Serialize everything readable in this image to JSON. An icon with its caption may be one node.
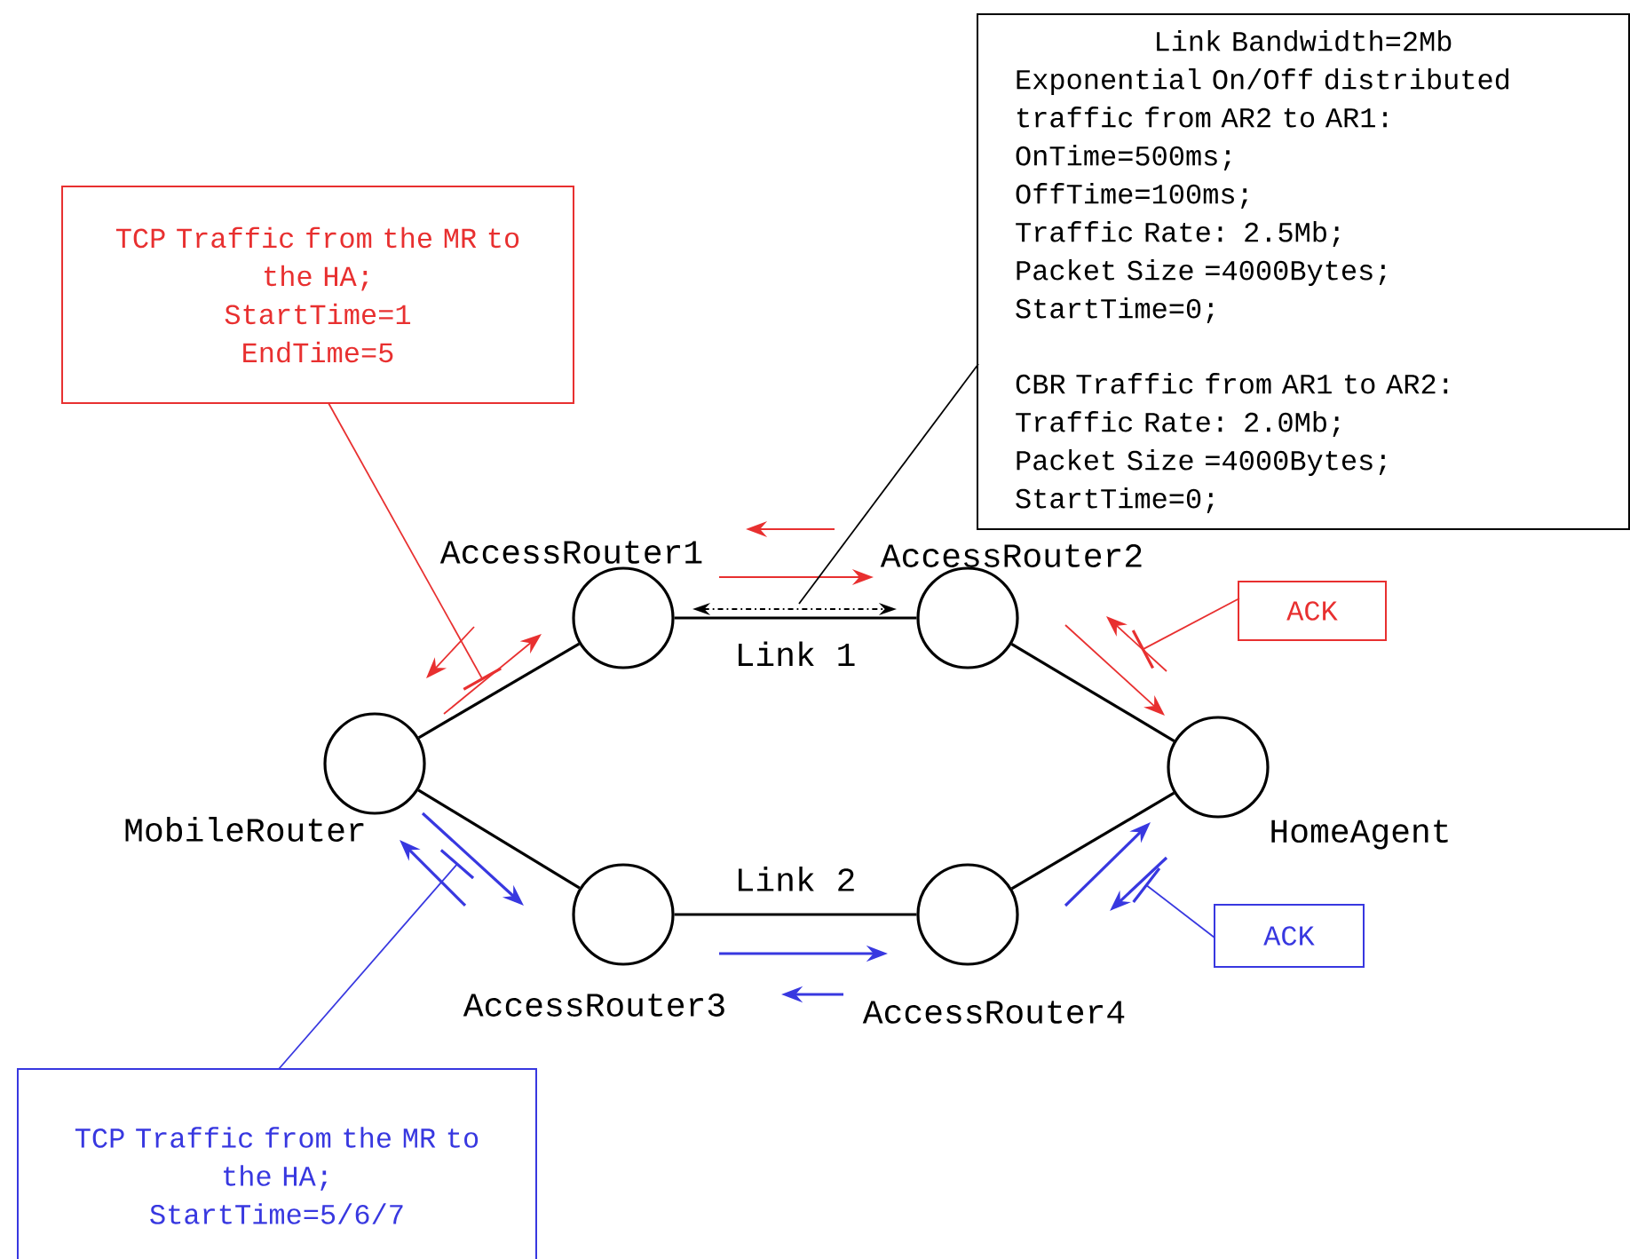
{
  "diagram": {
    "nodes": [
      {
        "text": [],
        "shape": "circle",
        "beside": [
          "MobileRouter"
        ]
      },
      {
        "text": [],
        "shape": "circle",
        "beside": [
          "AccessRouter1"
        ]
      },
      {
        "text": [],
        "shape": "circle",
        "beside": [
          "AccessRouter2"
        ]
      },
      {
        "text": [],
        "shape": "circle",
        "beside": [
          "AccessRouter3"
        ]
      },
      {
        "text": [],
        "shape": "circle",
        "beside": [
          "AccessRouter4"
        ]
      },
      {
        "text": [],
        "shape": "circle",
        "beside": [
          "HomeAgent"
        ]
      },
      {
        "text": [
          "TCP Traffic from the MR to the HA;",
          "StartTime=1",
          "EndTime=5"
        ]
      },
      {
        "text": [
          "Link Bandwidth=2Mb",
          "Exponential On/Off distributed traffic from AR2 to AR1:",
          "OnTime=500ms;",
          "OffTime=100ms;",
          "Traffic Rate: 2.5Mb;",
          "Packet Size =4000Bytes;",
          "StartTime=0;",
          "CBR Traffic from AR1 to AR2:",
          "Traffic Rate: 2.0Mb;",
          "Packet Size =4000Bytes;",
          "StartTime=0;"
        ]
      },
      {
        "text": [
          "ACK"
        ]
      },
      {
        "text": [
          "ACK"
        ]
      },
      {
        "text": [
          "TCP Traffic from the MR to the HA;",
          "StartTime=5/6/7"
        ]
      }
    ],
    "edges": [
      {
        "from": 0,
        "to": 1,
        "arrow": "none"
      },
      {
        "from": 1,
        "to": 2,
        "arrow": "none",
        "label": "Link 1"
      },
      {
        "from": 0,
        "to": 3,
        "arrow": "none"
      },
      {
        "from": 3,
        "to": 4,
        "arrow": "none",
        "label": "Link 2"
      },
      {
        "from": 2,
        "to": 5,
        "arrow": "none"
      },
      {
        "from": 4,
        "to": 5,
        "arrow": "none"
      },
      {
        "from": 6,
        "to": null,
        "arrow": "other",
        "color": "#e83030"
      },
      {
        "from": 7,
        "to": null,
        "arrow": "none"
      },
      {
        "from": 8,
        "to": null,
        "arrow": "other",
        "color": "#e83030"
      },
      {
        "from": 9,
        "to": null,
        "arrow": "other",
        "color": "#3838e0"
      },
      {
        "from": 10,
        "to": null,
        "arrow": "other",
        "color": "#3838e0"
      }
    ]
  }
}
